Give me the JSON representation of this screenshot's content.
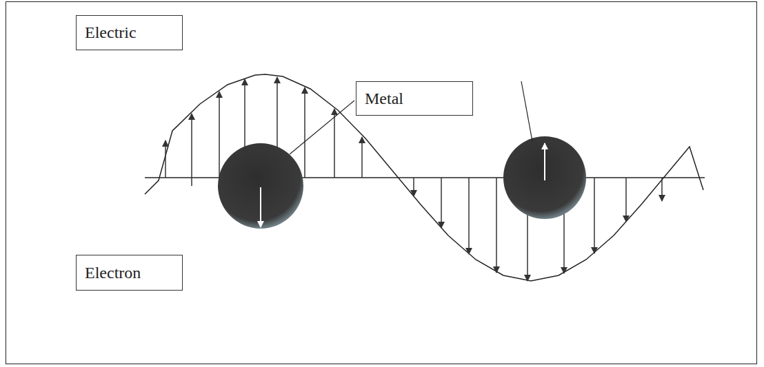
{
  "diagram": {
    "nodes": [
      {
        "text": [
          "Electric"
        ]
      },
      {
        "text": [
          "Metal"
        ]
      },
      {
        "text": [
          "Electron"
        ]
      }
    ]
  }
}
